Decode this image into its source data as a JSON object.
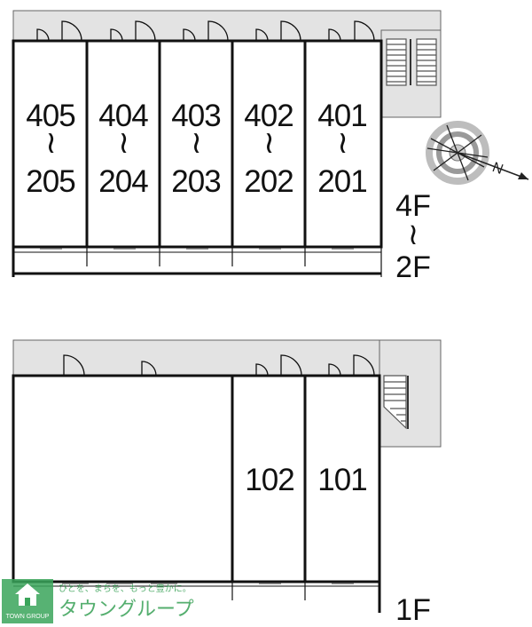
{
  "upper_units": [
    {
      "top": "405",
      "sep": "≀",
      "bottom": "205"
    },
    {
      "top": "404",
      "sep": "≀",
      "bottom": "204"
    },
    {
      "top": "403",
      "sep": "≀",
      "bottom": "203"
    },
    {
      "top": "402",
      "sep": "≀",
      "bottom": "202"
    },
    {
      "top": "401",
      "sep": "≀",
      "bottom": "201"
    }
  ],
  "upper_floor_label": {
    "top": "4F",
    "sep": "≀",
    "bottom": "2F"
  },
  "first_floor_units": [
    "102",
    "101"
  ],
  "first_floor_label": "1F",
  "compass": {
    "north": "N"
  },
  "logo": {
    "slogan": "ひとを、まちを、もっと豊かに。",
    "brand": "タウングループ",
    "company": "TOWN GROUP"
  }
}
